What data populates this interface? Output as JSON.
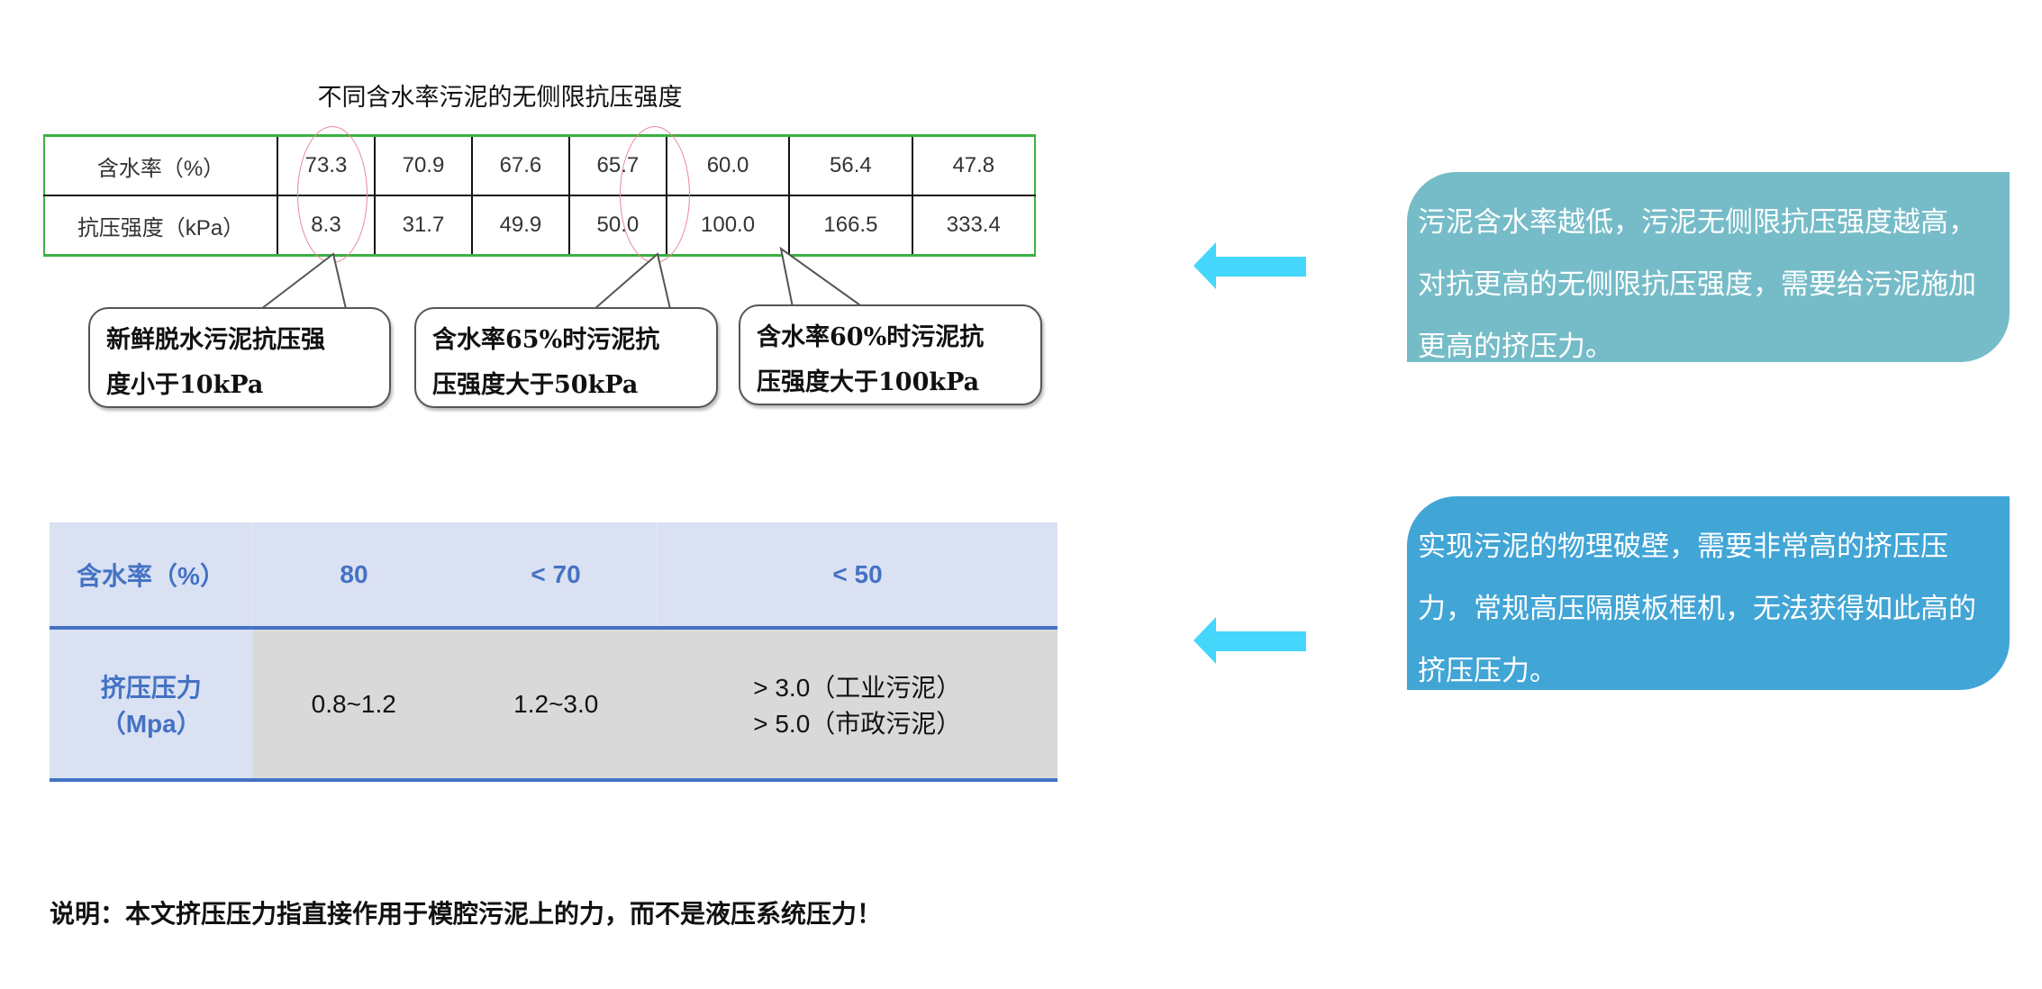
{
  "strength_table": {
    "title": "不同含水率污泥的无侧限抗压强度",
    "row_labels": [
      "含水率（%）",
      "抗压强度（kPa）"
    ],
    "moisture": [
      "73.3",
      "70.9",
      "67.6",
      "65.7",
      "60.0",
      "56.4",
      "47.8"
    ],
    "strength": [
      "8.3",
      "31.7",
      "49.9",
      "50.0",
      "100.0",
      "166.5",
      "333.4"
    ]
  },
  "callouts": [
    {
      "line1": "新鲜脱水污泥抗压强",
      "line2": "度小于10kPa"
    },
    {
      "line1": "含水率65%时污泥抗",
      "line2": "压强度大于50kPa"
    },
    {
      "line1": "含水率60%时污泥抗",
      "line2": "压强度大于100kPa"
    }
  ],
  "info_boxes": [
    {
      "text": "污泥含水率越低，污泥无侧限抗压强度越高，对抗更高的无侧限抗压强度，需要给污泥施加更高的挤压力。",
      "color": "#76bcc8"
    },
    {
      "text": "实现污泥的物理破壁，需要非常高的挤压压力，常规高压隔膜板框机，无法获得如此高的挤压压力。",
      "color": "#41a5d6"
    }
  ],
  "arrow_color": "#44d7fb",
  "pressure_table": {
    "header_label": "含水率（%）",
    "moisture": [
      "80",
      "< 70",
      "< 50"
    ],
    "row_label_line1": "挤压压力",
    "row_label_line2": "（Mpa）",
    "pressure": [
      "0.8~1.2",
      "1.2~3.0"
    ],
    "pressure_last_line1": "> 3.0（工业污泥）",
    "pressure_last_line2": "> 5.0（市政污泥）"
  },
  "note": "说明：本文挤压压力指直接作用于模腔污泥上的力，而不是液压系统压力！"
}
